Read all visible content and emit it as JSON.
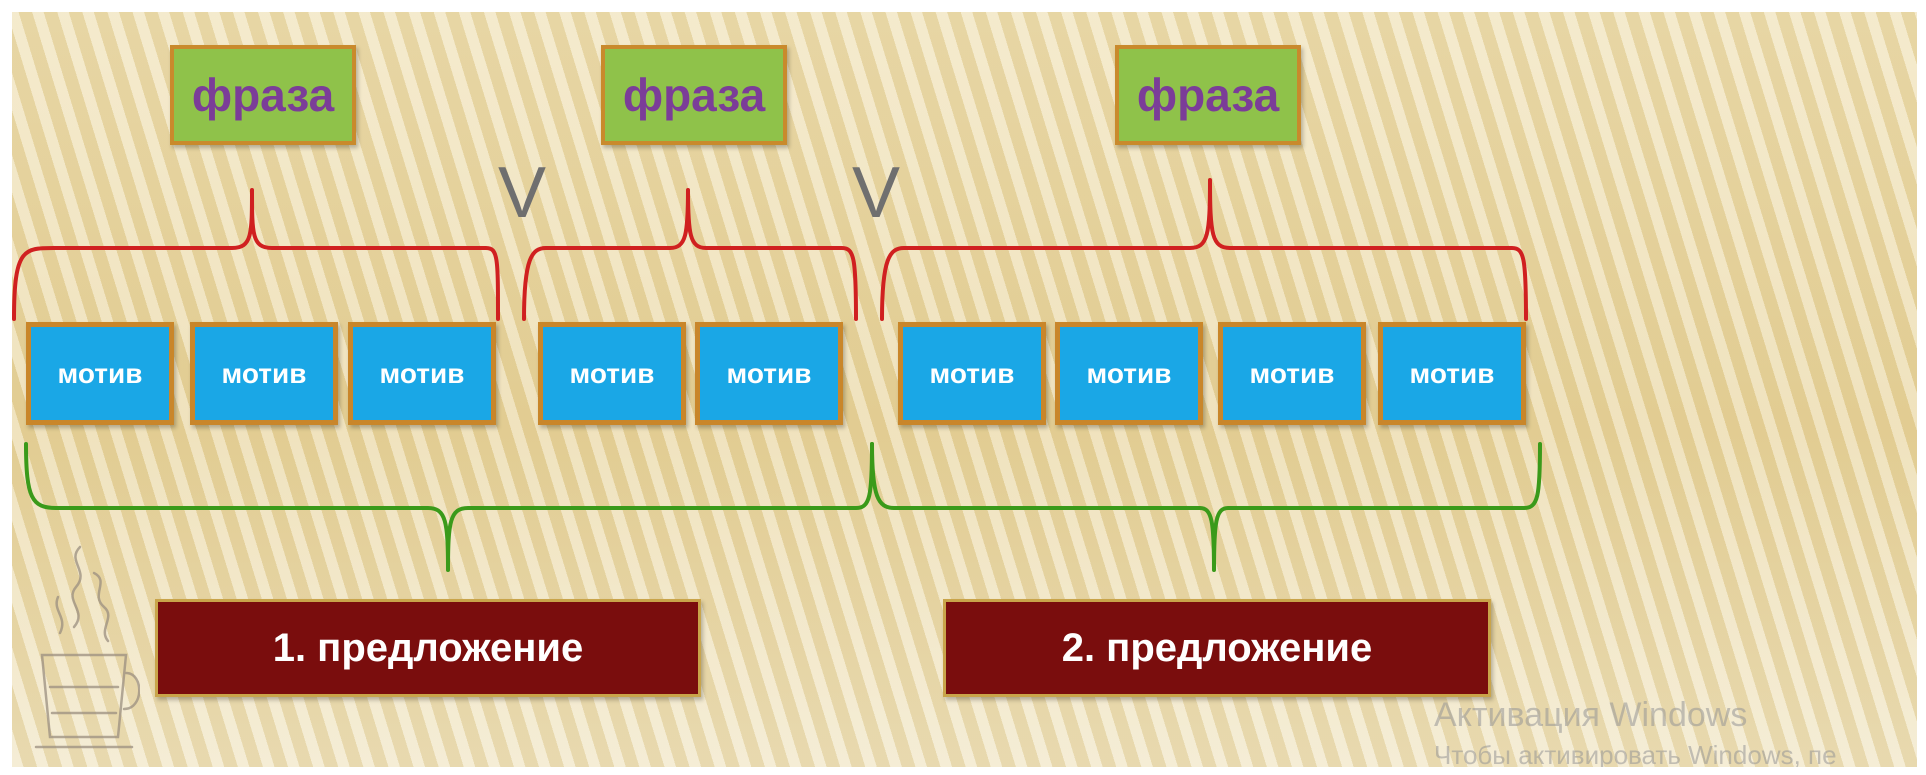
{
  "phrases": [
    "фраза",
    "фраза",
    "фраза"
  ],
  "separators": [
    "V",
    "V"
  ],
  "motifs": [
    "мотив",
    "мотив",
    "мотив",
    "мотив",
    "мотив",
    "мотив",
    "мотив",
    "мотив",
    "мотив"
  ],
  "sentences": [
    "1. предложение",
    "2. предложение"
  ],
  "watermark": {
    "title": "Активация Windows",
    "subtitle": "Чтобы активировать Windows, пе"
  },
  "logo_icon": "coffee-cup-music-logo-icon",
  "colors": {
    "phrase_fill": "#8fc24a",
    "phrase_text": "#7b3d98",
    "motif_fill": "#1aa7e6",
    "sentence_fill": "#7a0d0d",
    "box_border": "#c9862a",
    "phrase_brace": "#d02020",
    "sentence_brace": "#3a9a1a"
  }
}
